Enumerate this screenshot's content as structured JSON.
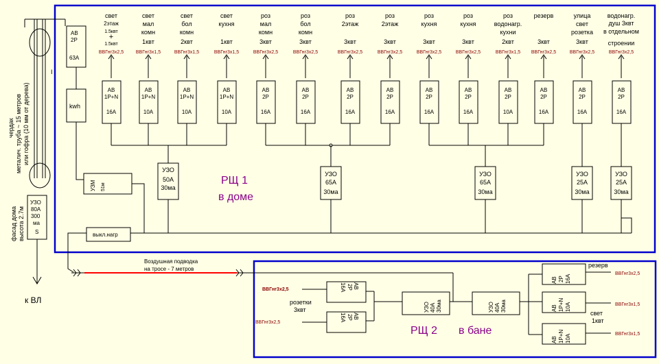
{
  "panel1": {
    "title": "РЩ  1",
    "subtitle": "в доме",
    "main_breaker": [
      "АВ",
      "2P",
      "63А"
    ],
    "meter": "kwh",
    "voltage_relay": [
      "УЗМ",
      "51м"
    ],
    "load_switch": "выкл.нагр",
    "circuits": [
      {
        "header": [
          "свет",
          "2этаж",
          "1.5квт",
          "+",
          "1.5квт"
        ],
        "cable": "ВВГнг3х2,5",
        "breaker": [
          "АВ",
          "1P+N",
          "16А"
        ]
      },
      {
        "header": [
          "свет",
          "мал",
          "комн",
          "1квт"
        ],
        "cable": "ВВГнг3х1,5",
        "breaker": [
          "АВ",
          "1P+N",
          "10А"
        ]
      },
      {
        "header": [
          "свет",
          "бол",
          "комн",
          "2квт"
        ],
        "cable": "ВВГнг3х1,5",
        "breaker": [
          "АВ",
          "1P+N",
          "10А"
        ]
      },
      {
        "header": [
          "свет",
          "кухня",
          "",
          "1квт"
        ],
        "cable": "ВВГнг3х1,5",
        "breaker": [
          "АВ",
          "1P+N",
          "10А"
        ]
      },
      {
        "header": [
          "роз",
          "мал",
          "комн",
          "3квт"
        ],
        "cable": "ВВГнг3х2,5",
        "breaker": [
          "АВ",
          "2P",
          "16А"
        ]
      },
      {
        "header": [
          "роз",
          "бол",
          "комн",
          "3квт"
        ],
        "cable": "ВВГнг3х2,5",
        "breaker": [
          "АВ",
          "2P",
          "16А"
        ]
      },
      {
        "header": [
          "роз",
          "2этаж",
          "",
          "3квт"
        ],
        "cable": "ВВГнг3х2,5",
        "breaker": [
          "АВ",
          "2P",
          "16А"
        ]
      },
      {
        "header": [
          "роз",
          "2этаж",
          "",
          "3квт"
        ],
        "cable": "ВВГнг3х2,5",
        "breaker": [
          "АВ",
          "2P",
          "16А"
        ]
      },
      {
        "header": [
          "роз",
          "кухня",
          "",
          "3квт"
        ],
        "cable": "ВВГнг3х2,5",
        "breaker": [
          "АВ",
          "2P",
          "16А"
        ]
      },
      {
        "header": [
          "роз",
          "кухня",
          "",
          "3квт"
        ],
        "cable": "ВВГнг3х2,5",
        "breaker": [
          "АВ",
          "2P",
          "16А"
        ]
      },
      {
        "header": [
          "роз",
          "водонагр.",
          "кухни",
          "2квт"
        ],
        "cable": "ВВГнг3х1,5",
        "breaker": [
          "АВ",
          "2P",
          "10А"
        ]
      },
      {
        "header": [
          "резерв",
          "",
          "3квт"
        ],
        "cable": "ВВГнг3х2,5",
        "breaker": [
          "АВ",
          "2P",
          "16А"
        ]
      },
      {
        "header": [
          "улица",
          "свет",
          "розетка",
          "3квт"
        ],
        "cable": "ВВГнг3х2,5",
        "breaker": [
          "АВ",
          "2P",
          "16А"
        ]
      },
      {
        "header": [
          "водонагр.",
          "душ 3квт",
          "в отдельном",
          "строении"
        ],
        "cable": "ВВГнг3х2,5",
        "breaker": [
          "АВ",
          "2P",
          "16А"
        ]
      }
    ],
    "rcds": [
      [
        "УЗО",
        "50А",
        "30ма"
      ],
      [
        "УЗО",
        "65А",
        "30ма"
      ],
      [
        "УЗО",
        "65А",
        "30ма"
      ],
      [
        "УЗО",
        "25А",
        "30ма"
      ],
      [
        "УЗО",
        "25А",
        "30ма"
      ]
    ]
  },
  "left_side": {
    "attic_label": [
      "чердак",
      "металич. труба ~ 15 метров",
      "или гофра (10 мм от дерева)"
    ],
    "facade_label": [
      "фасад дома",
      "высота 2.7м"
    ],
    "facade_rcd": [
      "УЗО",
      "80А",
      "300",
      "ма",
      "S"
    ],
    "to_grid": "к ВЛ",
    "mark": "I"
  },
  "overhead": [
    "Воздушная подводка",
    "на тросе  - 7 метров"
  ],
  "panel2": {
    "title": "РЩ  2",
    "subtitle": "в бане",
    "rcd_main": [
      "УЗО",
      "40А",
      "30ма"
    ],
    "rcd_second": [
      "УЗО",
      "40А",
      "30ма"
    ],
    "socket_breakers": [
      [
        "АВ",
        "2P",
        "16А"
      ],
      [
        "АВ",
        "2P",
        "16А"
      ]
    ],
    "socket_cables": [
      "ВВГнг3х2,5",
      "ВВГнг3х2,5"
    ],
    "socket_label": [
      "розетки",
      "3квт"
    ],
    "right_breakers": [
      [
        "АВ",
        "2P",
        "16А"
      ],
      [
        "АВ",
        "1P+N",
        "10А"
      ],
      [
        "АВ",
        "1P+N",
        "10А"
      ]
    ],
    "right_cables": [
      "ВВГнг3х2,5",
      "ВВГнг3х1,5",
      "ВВГнг3х1,5"
    ],
    "reserve_label": "резерв",
    "light_label": [
      "свет",
      "1квт"
    ]
  },
  "colors": {
    "background": "#ffffe6",
    "frame": "#0000cc",
    "title": "#8a008a",
    "cable": "#8b0000",
    "overhead_line": "#ff0000"
  }
}
